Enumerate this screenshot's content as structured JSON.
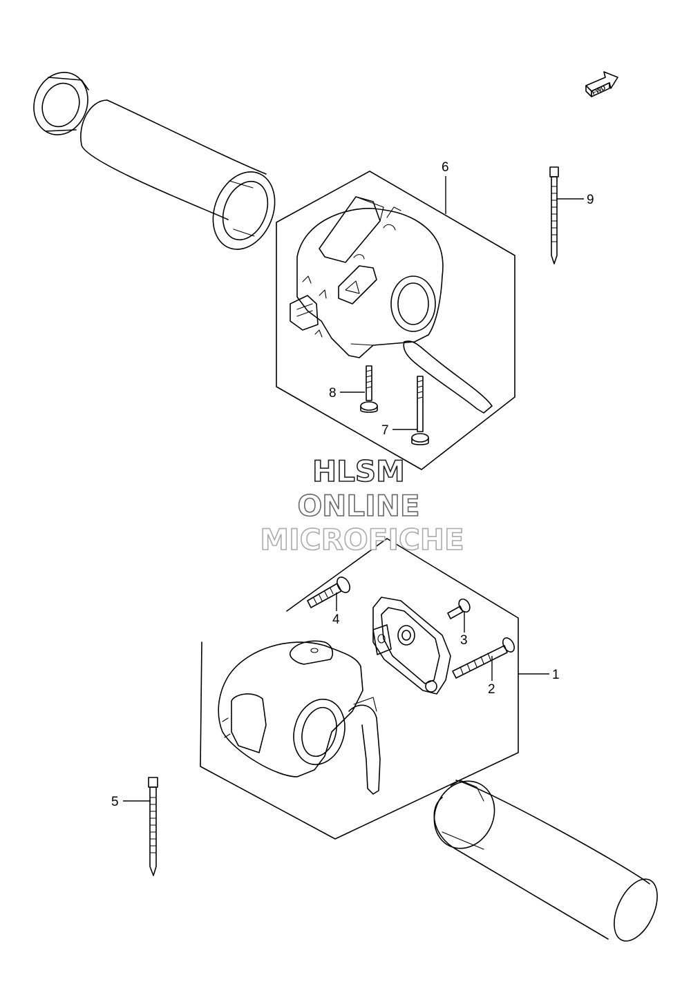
{
  "diagram": {
    "fwd_label": "FWD",
    "callouts": [
      {
        "id": "1",
        "label": "1"
      },
      {
        "id": "2",
        "label": "2"
      },
      {
        "id": "3",
        "label": "3"
      },
      {
        "id": "4",
        "label": "4"
      },
      {
        "id": "5",
        "label": "5"
      },
      {
        "id": "6",
        "label": "6"
      },
      {
        "id": "7",
        "label": "7"
      },
      {
        "id": "8",
        "label": "8"
      },
      {
        "id": "9",
        "label": "9"
      }
    ]
  },
  "watermark": {
    "line1": "HLSM",
    "line2": "ONLINE",
    "line3": "MICROFICHE",
    "color": "#808080"
  }
}
